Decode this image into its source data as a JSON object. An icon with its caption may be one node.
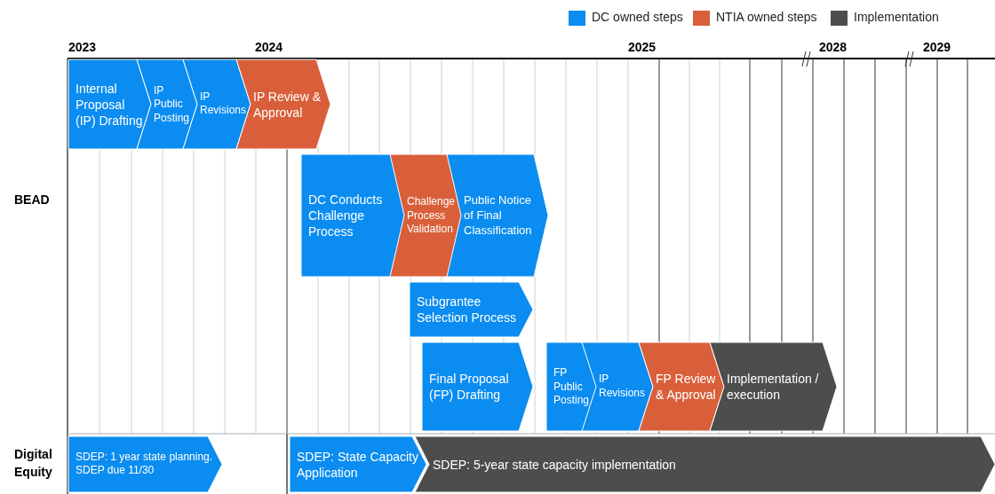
{
  "diagram": {
    "nodes": [
      {
        "text": [
          "Internal Proposal (IP) Drafting"
        ]
      },
      {
        "text": [
          "IP Public Posting"
        ]
      },
      {
        "text": [
          "IP Revisions"
        ]
      },
      {
        "text": [
          "IP Review & Approval"
        ]
      },
      {
        "text": [
          "DC Conducts Challenge Process"
        ]
      },
      {
        "text": [
          "Challenge Process Validation"
        ]
      },
      {
        "text": [
          "Public Notice of Final Classification"
        ]
      },
      {
        "text": [
          "Subgrantee Selection Process"
        ]
      },
      {
        "text": [
          "Final Proposal (FP) Drafting"
        ]
      },
      {
        "text": [
          "FP Public Posting"
        ]
      },
      {
        "text": [
          "IP Revisions"
        ]
      },
      {
        "text": [
          "FP Review & Approval"
        ]
      },
      {
        "text": [
          "Implementation / execution"
        ]
      },
      {
        "text": [
          "SDEP: 1 year state planning. SDEP due 11/30"
        ]
      },
      {
        "text": [
          "SDEP: State Capacity Application"
        ]
      },
      {
        "text": [
          "SDEP: 5-year state capacity implementation"
        ]
      }
    ],
    "edges": [],
    "labels": [
      "2023",
      "2024",
      "2025",
      "2028",
      "2029",
      "BEAD",
      "Digital Equity"
    ],
    "legend": [
      {
        "text": "DC owned steps",
        "color": "#0a8cf0"
      },
      {
        "text": "NTIA owned steps",
        "color": "#d95f3a"
      },
      {
        "text": "Implementation",
        "color": "#4d4d4d"
      }
    ]
  }
}
